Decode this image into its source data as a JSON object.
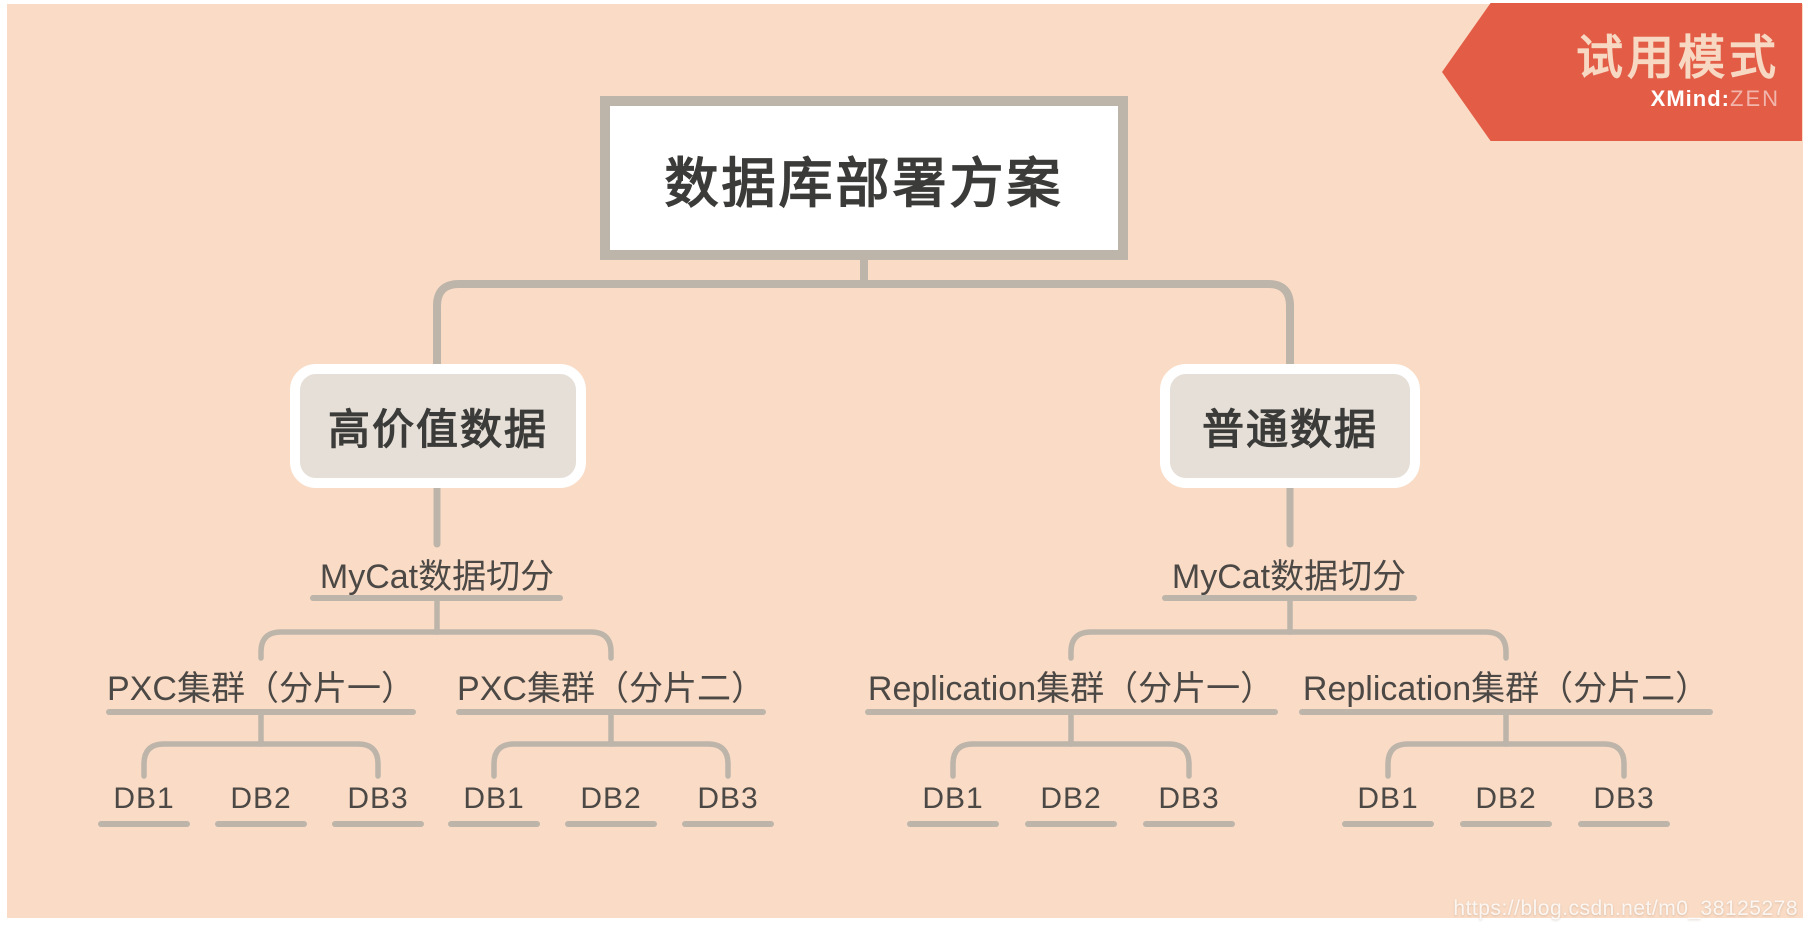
{
  "banner": {
    "title": "试用模式",
    "brand": {
      "name": "XMind",
      "sep": ":",
      "edition": "ZEN"
    }
  },
  "tree": {
    "root": "数据库部署方案",
    "branches": [
      {
        "label": "高价值数据",
        "middleware": "MyCat数据切分",
        "clusters": [
          {
            "label": "PXC集群（分片一）",
            "dbs": [
              "DB1",
              "DB2",
              "DB3"
            ]
          },
          {
            "label": "PXC集群（分片二）",
            "dbs": [
              "DB1",
              "DB2",
              "DB3"
            ]
          }
        ]
      },
      {
        "label": "普通数据",
        "middleware": "MyCat数据切分",
        "clusters": [
          {
            "label": "Replication集群（分片一）",
            "dbs": [
              "DB1",
              "DB2",
              "DB3"
            ]
          },
          {
            "label": "Replication集群（分片二）",
            "dbs": [
              "DB1",
              "DB2",
              "DB3"
            ]
          }
        ]
      }
    ]
  },
  "watermark": "https://blog.csdn.net/m0_38125278",
  "colors": {
    "background": "#FADCC6",
    "line": "#BDB4AA",
    "node_fill": "#E6DFD7",
    "node_border": "#BDB4AA",
    "text_dark": "#3B3B39",
    "text_mid": "#4B4845",
    "banner_red": "#E25C46",
    "banner_text": "#F7D8C2"
  }
}
